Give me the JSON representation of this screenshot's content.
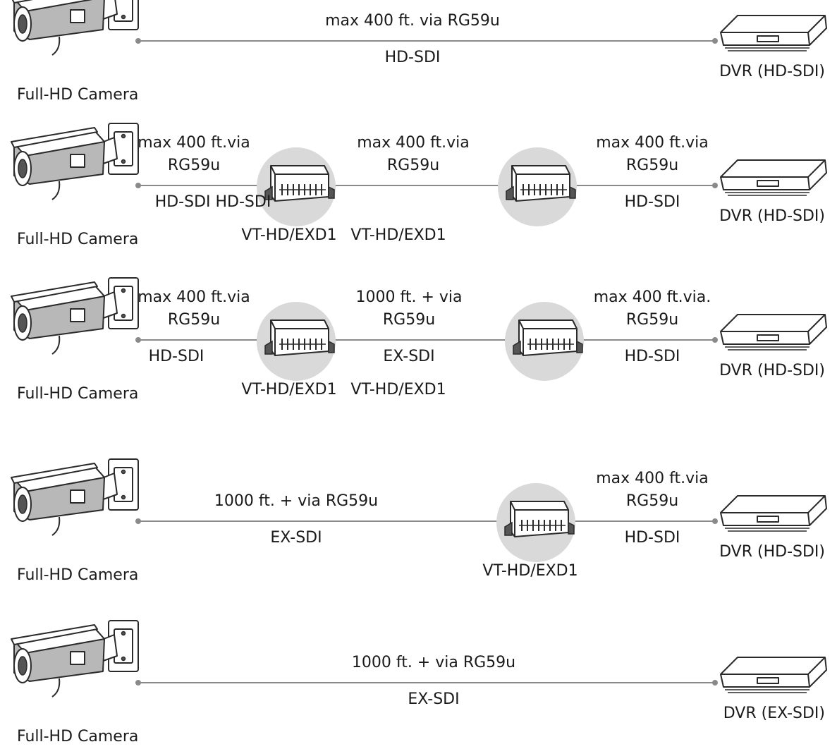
{
  "rows": [
    {
      "camera_label": "Full-HD Camera",
      "dvr_label": "DVR (HD-SDI)",
      "segments": [
        {
          "distance": [
            "max 400 ft. via RG59u"
          ],
          "signal": "HD-SDI"
        }
      ],
      "extenders": []
    },
    {
      "camera_label": "Full-HD Camera",
      "dvr_label": "DVR (HD-SDI)",
      "segments": [
        {
          "distance": [
            "max 400 ft.via",
            "RG59u"
          ],
          "signal": "HD-SDI HD-SDI"
        },
        {
          "distance": [
            "max 400 ft.via",
            "RG59u"
          ],
          "signal": ""
        },
        {
          "distance": [
            "max 400 ft.via",
            "RG59u"
          ],
          "signal": "HD-SDI"
        }
      ],
      "extenders": [
        "VT-HD/EXD1",
        "VT-HD/EXD1"
      ]
    },
    {
      "camera_label": "Full-HD Camera",
      "dvr_label": "DVR (HD-SDI)",
      "segments": [
        {
          "distance": [
            "max 400 ft.via",
            "RG59u"
          ],
          "signal": "HD-SDI"
        },
        {
          "distance": [
            "1000 ft. + via",
            "RG59u"
          ],
          "signal": "EX-SDI"
        },
        {
          "distance": [
            "max 400 ft.via.",
            "RG59u"
          ],
          "signal": "HD-SDI"
        }
      ],
      "extenders": [
        "VT-HD/EXD1",
        "VT-HD/EXD1"
      ]
    },
    {
      "camera_label": "Full-HD Camera",
      "dvr_label": "DVR (HD-SDI)",
      "segments": [
        {
          "distance": [
            "1000 ft. + via RG59u"
          ],
          "signal": "EX-SDI"
        },
        {
          "distance": [
            "max 400 ft.via",
            "RG59u"
          ],
          "signal": "HD-SDI"
        }
      ],
      "extenders": [
        "VT-HD/EXD1"
      ]
    },
    {
      "camera_label": "Full-HD Camera",
      "dvr_label": "DVR (EX-SDI)",
      "segments": [
        {
          "distance": [
            "1000 ft. + via RG59u"
          ],
          "signal": "EX-SDI"
        }
      ],
      "extenders": []
    }
  ],
  "icons": {
    "camera": "bullet-camera-icon",
    "extender": "extender-icon",
    "dvr": "dvr-icon"
  },
  "colors": {
    "cable": "#8a8a8a",
    "extender_halo": "#d9d9d9",
    "text": "#1a1a1a"
  }
}
